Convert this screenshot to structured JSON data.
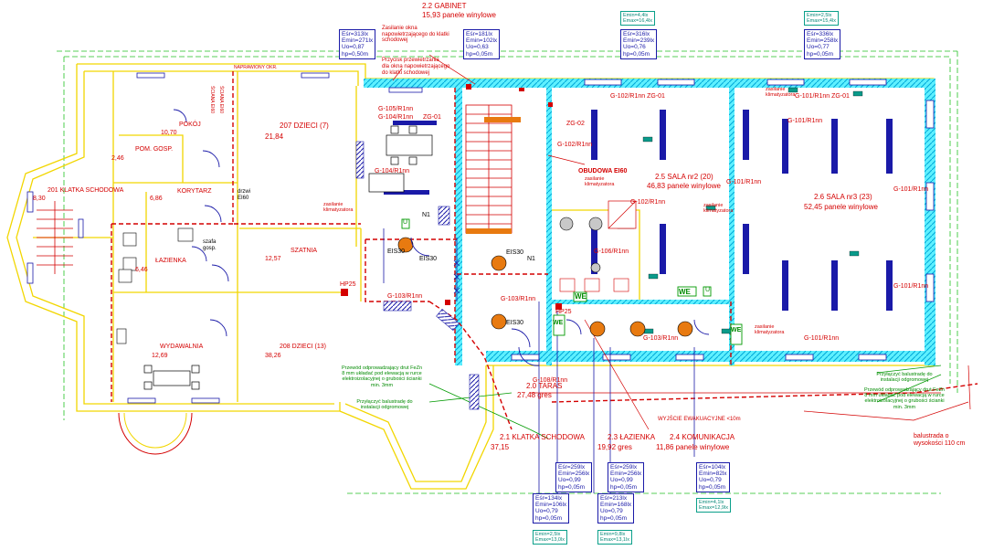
{
  "rooms": [
    {
      "num": "2.2",
      "name": "GABINET",
      "area": "15,93",
      "floor": "panele winylowe"
    },
    {
      "num": "2.5",
      "name": "SALA nr2 (20)",
      "area": "46,83",
      "floor": "panele winylowe"
    },
    {
      "num": "2.6",
      "name": "SALA nr3 (23)",
      "area": "52,45",
      "floor": "panele winylowe"
    },
    {
      "num": "2.0",
      "name": "TARAS",
      "area": "27,48",
      "floor": "gres"
    },
    {
      "num": "2.1",
      "name": "KLATKA SCHODOWA",
      "area": "37,15",
      "floor": ""
    },
    {
      "num": "2.3",
      "name": "ŁAZIENKA",
      "area": "19,92",
      "floor": "gres"
    },
    {
      "num": "2.4",
      "name": "KOMUNIKACJA",
      "area": "11,86",
      "floor": "panele winylowe"
    }
  ],
  "left_rooms": [
    {
      "num": "",
      "name": "POKÓJ",
      "area": "10,70"
    },
    {
      "num": "",
      "name": "POM. GOSP.",
      "area": "2,46"
    },
    {
      "num": "207",
      "name": "DZIECI (7)",
      "area": "21,84"
    },
    {
      "num": "201",
      "name": "KLATKA SCHODOWA",
      "area": "8,30"
    },
    {
      "num": "",
      "name": "KORYTARZ",
      "area": "6,86"
    },
    {
      "num": "",
      "name": "ŁAZIENKA",
      "area": "6,46"
    },
    {
      "num": "",
      "name": "SZATNIA",
      "area": "12,57"
    },
    {
      "num": "",
      "name": "WYDAWALNIA",
      "area": "12,69"
    },
    {
      "num": "208",
      "name": "DZIECI (13)",
      "area": "38,26"
    }
  ],
  "light_boxes_top": [
    [
      "Eśr=313lx",
      "Emin=271lx",
      "Uo=0,87",
      "hp=0,50m"
    ],
    [
      "Eśr=181lx",
      "Emin=102lx",
      "Uo=0,63",
      "hp=0,05m"
    ],
    [
      "Eśr=316lx",
      "Emin=239lx",
      "Uo=0,76",
      "hp=0,05m"
    ],
    [
      "Eśr=336lx",
      "Emin=258lx",
      "Uo=0,77",
      "hp=0,05m"
    ]
  ],
  "light_boxes_bottom": [
    [
      "Eśr=259lx",
      "Emin=256lx",
      "Uo=0,99",
      "hp=0,05m"
    ],
    [
      "Eśr=259lx",
      "Emin=256lx",
      "Uo=0,99",
      "hp=0,05m"
    ],
    [
      "Eśr=104lx",
      "Emin=82lx",
      "Uo=0,79",
      "hp=0,05m"
    ],
    [
      "Eśr=134lx",
      "Emin=106lx",
      "Uo=0,79",
      "hp=0,05m"
    ],
    [
      "Eśr=213lx",
      "Emin=168lx",
      "Uo=0,79",
      "hp=0,05m"
    ]
  ],
  "emergency_boxes": [
    [
      "Emin=4,4lx",
      "Emax=16,4lx"
    ],
    [
      "Emin=2,5lx",
      "Emax=15,4lx"
    ],
    [
      "Emin=4,1lx",
      "Emax=12,9lx"
    ],
    [
      "Emin=2,5lx",
      "Emax=13,0lx"
    ],
    [
      "Emin=9,8lx",
      "Emax=13,1lx"
    ]
  ],
  "luminaire_codes": {
    "g105": "G-105/R1nn",
    "g104": "G-104/R1nn",
    "g104b": "G-104/R1nn",
    "zg01": "ZG-01",
    "zg02": "ZG-02",
    "g102zg": "G-102/R1nn ZG-01",
    "g101zg": "G-101/R1nn ZG-01",
    "g102a": "G-102/R1nn",
    "g102b": "G-102/R1nn",
    "g101a": "G-101/R1nn",
    "g101b": "G-101/R1nn",
    "g101c": "G-101/R1nn",
    "g101d": "G-101/R1nn",
    "g101e": "G-101/R1nn",
    "g103a": "G-103/R1nn",
    "g103b": "G-103/R1nn",
    "g103c": "G-103/R1nn",
    "g106": "G-106/R1nn",
    "g108": "G-108/R1nn"
  },
  "notes": {
    "zaslanie1": "Zasilanie okna napowietrzającego do klatki schodowej",
    "przewietrzanie": "Przycisk przewietrzania",
    "okna": "dla okna napowietrzającego do klatki schodowej",
    "obudowa": "OBUDOWA EI60",
    "klim1": "zasilanie klimatyzatora",
    "klim2": "zasilanie klimatyzatora",
    "klim3": "zasilanie klimatyzatora",
    "klim4": "zasilanie klimatyzatora",
    "klim5": "zasilanie klimatyzatora",
    "wyjscie": "WYJŚCIE EWAKUACYJNE <10m",
    "balustrada": "balustrada o wysokości 110 cm",
    "przewod": "Przewód odprowadzający drut FeZn 8 mm układać pod elewacją w rurce elektroizolacyjnej o grubości ścianki min. 3mm",
    "przylaczyc1": "Przyłączyć balustradę do instalacji odgromowej",
    "przylaczyc2": "Przyłączyć balustradę do instalacji odgromowej",
    "przewod2": "Przewód odprowadzający drut FeZn 8 mm układać pod elewacją w rurce elektroizolacyjnej o grubości ścianki min. 3mm",
    "drzwi": "drzwi EI60",
    "ei30a": "EIS30",
    "ei30b": "EIS30",
    "ei30c": "EIS30",
    "ei30d": "EIS30",
    "hp25a": "HP25",
    "hp25b": "HP25",
    "n1": "N1",
    "n1b": "N1",
    "we1": "WE",
    "we2": "WE",
    "we3": "WE",
    "we4": "WE",
    "u1": "U",
    "u2": "U",
    "szafa": "szafa gosp.",
    "sciana": "ŚCIANA EI60",
    "sciana2": "ŚCIANA EI60",
    "naprawiony": "NAPRAWIONY OKR."
  },
  "colors": {
    "wall": "#f2d600",
    "red": "#d40000",
    "blue": "#1a1aa8",
    "green": "#009a00",
    "cyan": "#00d8ff",
    "orange": "#e87a10"
  }
}
